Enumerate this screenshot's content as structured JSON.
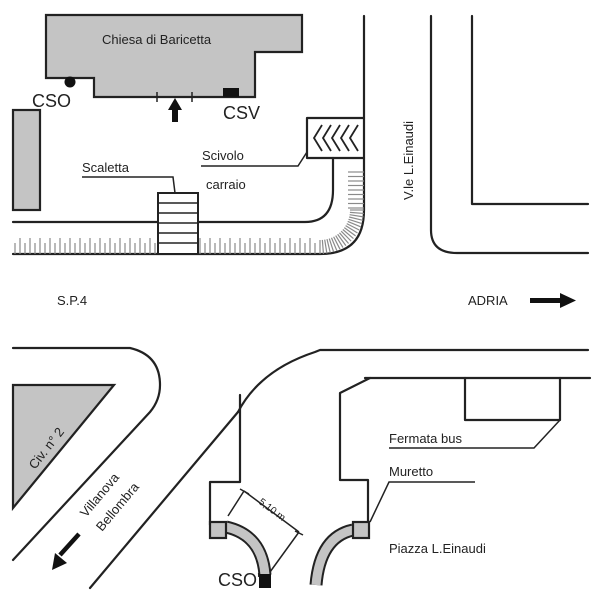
{
  "map": {
    "title": "Chiesa di Baricetta — site plan",
    "labels": {
      "church": "Chiesa di Baricetta",
      "cso": "CSO",
      "csv": "CSV",
      "cso_prime": "CSO'",
      "scaletta": "Scaletta",
      "scivolo_line1": "Scivolo",
      "scivolo_line2": "carraio",
      "viale_einaudi": "V.le L.Einaudi",
      "sp4": "S.P.4",
      "adria": "ADRIA",
      "civ_n2": "Civ. n° 2",
      "villanova_line1": "Villanova",
      "villanova_line2": "Bellombra",
      "distance": "5,10 m",
      "fermata_bus": "Fermata bus",
      "muretto": "Muretto",
      "piazza": "Piazza L.Einaudi"
    },
    "icons": {
      "entrance": "arrow-up-icon",
      "adria_direction": "arrow-right-icon",
      "villanova_direction": "arrow-down-left-icon"
    },
    "colors": {
      "building_fill": "#c4c4c4",
      "line": "#222222",
      "hatch": "#8a8a8a"
    }
  }
}
